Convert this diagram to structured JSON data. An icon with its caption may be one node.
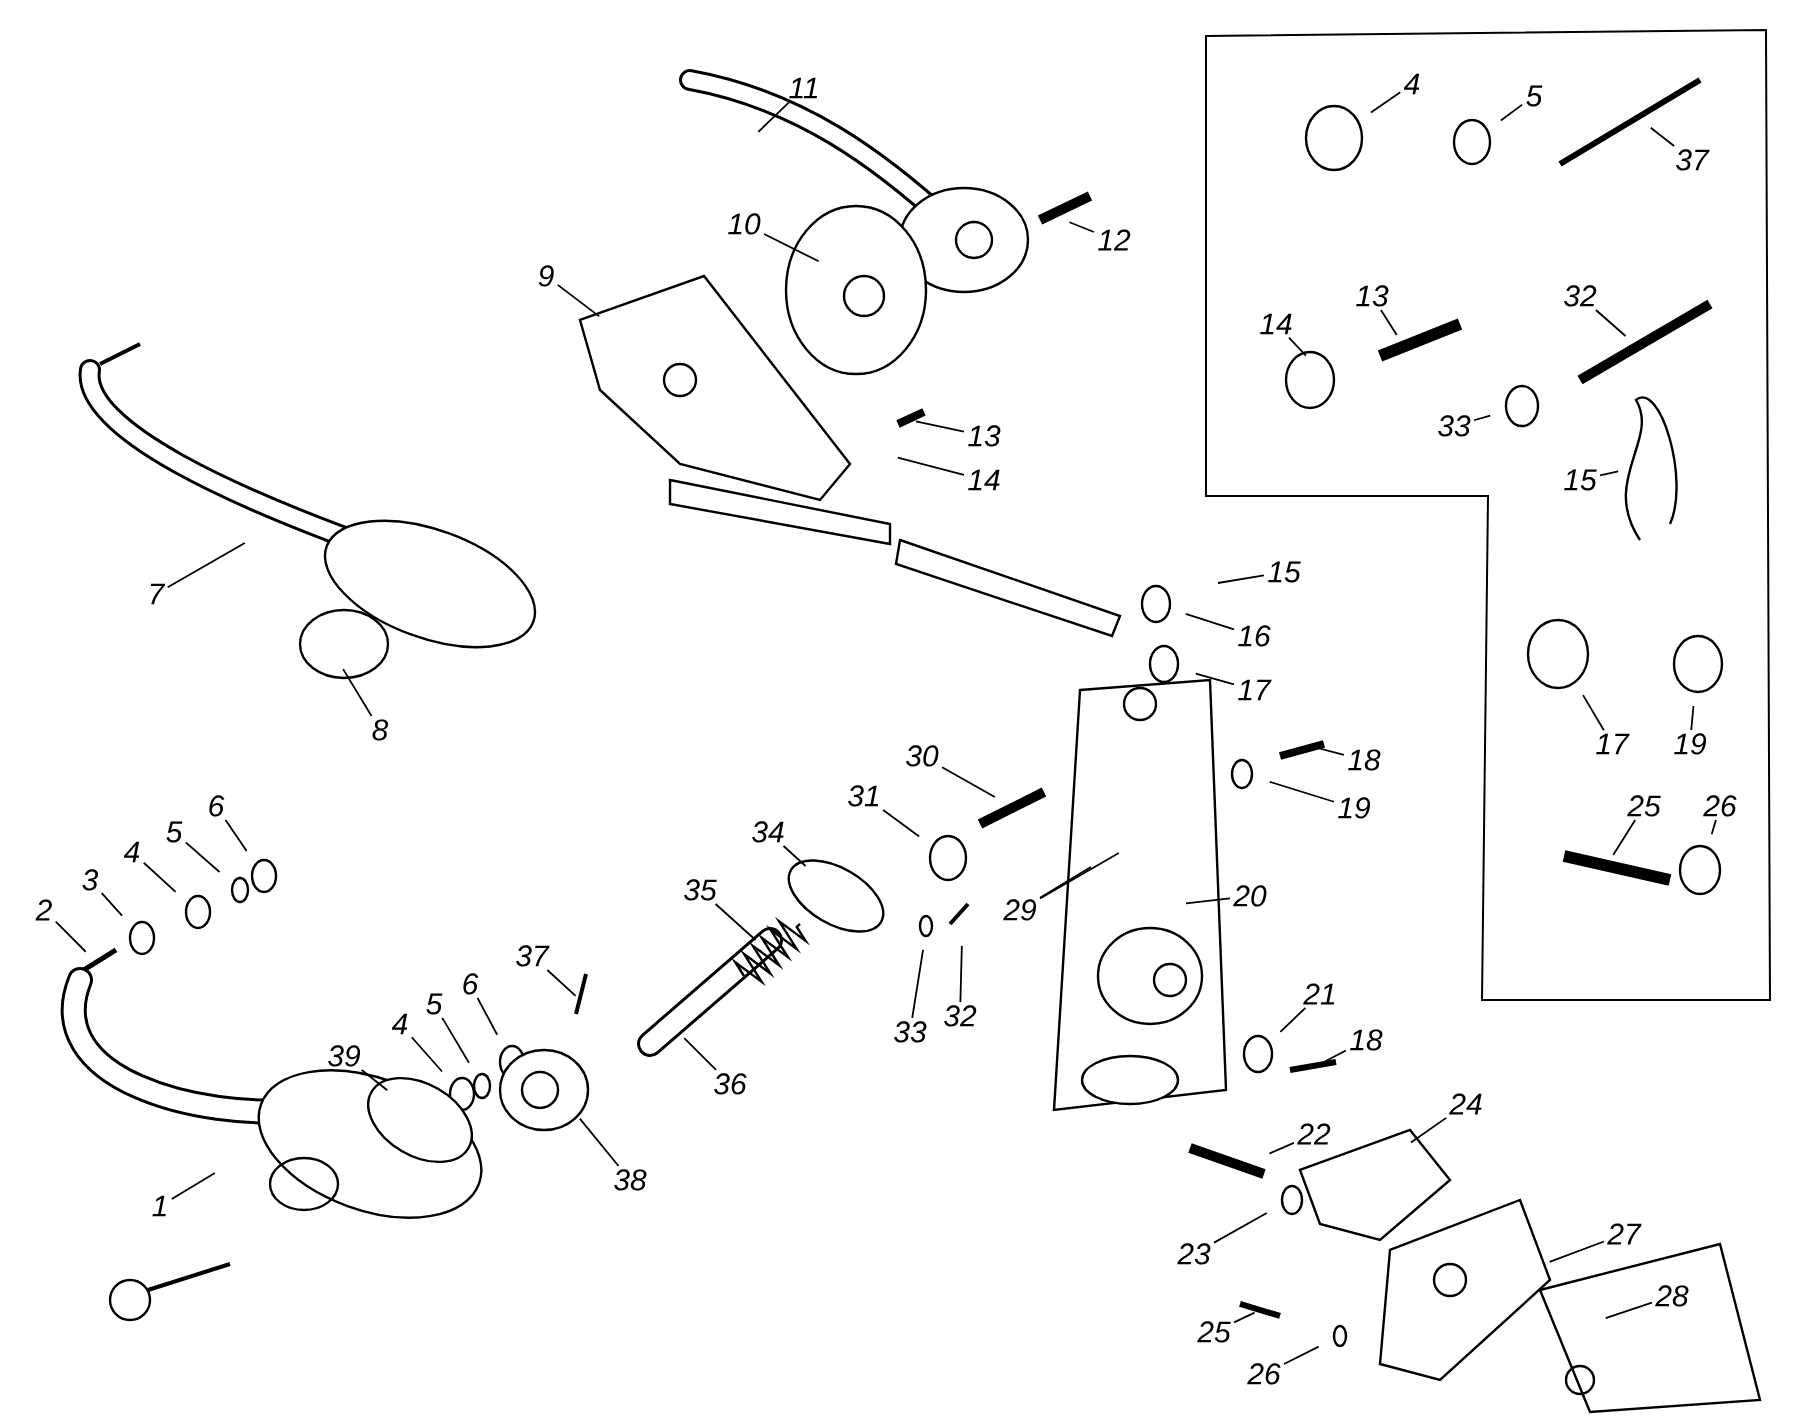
{
  "diagram": {
    "nodes": [
      {
        "text": [
          "11"
        ]
      },
      {
        "text": [
          "12"
        ]
      },
      {
        "text": [
          "10"
        ]
      },
      {
        "text": [
          "9"
        ]
      },
      {
        "text": [
          "13"
        ]
      },
      {
        "text": [
          "14"
        ]
      },
      {
        "text": [
          "7"
        ]
      },
      {
        "text": [
          "8"
        ]
      },
      {
        "text": [
          "15"
        ]
      },
      {
        "text": [
          "16"
        ]
      },
      {
        "text": [
          "17"
        ]
      },
      {
        "text": [
          "18"
        ]
      },
      {
        "text": [
          "19"
        ]
      },
      {
        "text": [
          "30"
        ]
      },
      {
        "text": [
          "31"
        ]
      },
      {
        "text": [
          "29"
        ]
      },
      {
        "text": [
          "20"
        ]
      },
      {
        "text": [
          "34"
        ]
      },
      {
        "text": [
          "35"
        ]
      },
      {
        "text": [
          "32"
        ]
      },
      {
        "text": [
          "33"
        ]
      },
      {
        "text": [
          "2"
        ]
      },
      {
        "text": [
          "3"
        ]
      },
      {
        "text": [
          "4"
        ]
      },
      {
        "text": [
          "5"
        ]
      },
      {
        "text": [
          "6"
        ]
      },
      {
        "text": [
          "37"
        ]
      },
      {
        "text": [
          "39"
        ]
      },
      {
        "text": [
          "4"
        ]
      },
      {
        "text": [
          "5"
        ]
      },
      {
        "text": [
          "6"
        ]
      },
      {
        "text": [
          "36"
        ]
      },
      {
        "text": [
          "38"
        ]
      },
      {
        "text": [
          "1"
        ]
      },
      {
        "text": [
          "21"
        ]
      },
      {
        "text": [
          "18"
        ]
      },
      {
        "text": [
          "22"
        ]
      },
      {
        "text": [
          "24"
        ]
      },
      {
        "text": [
          "23"
        ]
      },
      {
        "text": [
          "27"
        ]
      },
      {
        "text": [
          "25"
        ]
      },
      {
        "text": [
          "26"
        ]
      },
      {
        "text": [
          "28"
        ]
      },
      {
        "text": [
          "4"
        ]
      },
      {
        "text": [
          "5"
        ]
      },
      {
        "text": [
          "37"
        ]
      },
      {
        "text": [
          "13"
        ]
      },
      {
        "text": [
          "32"
        ]
      },
      {
        "text": [
          "14"
        ]
      },
      {
        "text": [
          "33"
        ]
      },
      {
        "text": [
          "15"
        ]
      },
      {
        "text": [
          "17"
        ]
      },
      {
        "text": [
          "19"
        ]
      },
      {
        "text": [
          "25"
        ]
      },
      {
        "text": [
          "26"
        ]
      }
    ],
    "edges": [
      {
        "from": 0,
        "to": null,
        "arrow": "none"
      },
      {
        "from": 1,
        "to": null,
        "arrow": "none"
      },
      {
        "from": 2,
        "to": null,
        "arrow": "none"
      },
      {
        "from": 3,
        "to": null,
        "arrow": "none"
      },
      {
        "from": 4,
        "to": null,
        "arrow": "none"
      },
      {
        "from": 5,
        "to": null,
        "arrow": "none"
      },
      {
        "from": 6,
        "to": null,
        "arrow": "none"
      },
      {
        "from": 7,
        "to": null,
        "arrow": "none"
      },
      {
        "from": 8,
        "to": null,
        "arrow": "none"
      },
      {
        "from": 9,
        "to": null,
        "arrow": "none"
      },
      {
        "from": 10,
        "to": null,
        "arrow": "none"
      },
      {
        "from": 11,
        "to": null,
        "arrow": "none"
      },
      {
        "from": 12,
        "to": null,
        "arrow": "none"
      },
      {
        "from": 13,
        "to": null,
        "arrow": "none"
      },
      {
        "from": 14,
        "to": null,
        "arrow": "none"
      },
      {
        "from": 15,
        "to": null,
        "arrow": "none"
      },
      {
        "from": 15,
        "to": null,
        "arrow": "none"
      },
      {
        "from": 16,
        "to": null,
        "arrow": "none"
      },
      {
        "from": 17,
        "to": null,
        "arrow": "none"
      },
      {
        "from": 18,
        "to": null,
        "arrow": "none"
      },
      {
        "from": 19,
        "to": null,
        "arrow": "none"
      },
      {
        "from": 20,
        "to": null,
        "arrow": "none"
      },
      {
        "from": 21,
        "to": null,
        "arrow": "none"
      },
      {
        "from": 22,
        "to": null,
        "arrow": "none"
      },
      {
        "from": 23,
        "to": null,
        "arrow": "none"
      },
      {
        "from": 24,
        "to": null,
        "arrow": "none"
      },
      {
        "from": 25,
        "to": null,
        "arrow": "none"
      },
      {
        "from": 26,
        "to": null,
        "arrow": "none"
      },
      {
        "from": 27,
        "to": null,
        "arrow": "none"
      },
      {
        "from": 28,
        "to": null,
        "arrow": "none"
      },
      {
        "from": 29,
        "to": null,
        "arrow": "none"
      },
      {
        "from": 30,
        "to": null,
        "arrow": "none"
      },
      {
        "from": 31,
        "to": null,
        "arrow": "none"
      },
      {
        "from": 32,
        "to": null,
        "arrow": "none"
      },
      {
        "from": 33,
        "to": null,
        "arrow": "none"
      },
      {
        "from": 34,
        "to": null,
        "arrow": "none"
      },
      {
        "from": 35,
        "to": null,
        "arrow": "none"
      },
      {
        "from": 36,
        "to": null,
        "arrow": "none"
      },
      {
        "from": 37,
        "to": null,
        "arrow": "none"
      },
      {
        "from": 38,
        "to": null,
        "arrow": "none"
      },
      {
        "from": 39,
        "to": null,
        "arrow": "none"
      },
      {
        "from": 40,
        "to": null,
        "arrow": "none"
      },
      {
        "from": 41,
        "to": null,
        "arrow": "none"
      },
      {
        "from": 42,
        "to": null,
        "arrow": "none"
      },
      {
        "from": 43,
        "to": null,
        "arrow": "none"
      },
      {
        "from": 44,
        "to": null,
        "arrow": "none"
      },
      {
        "from": 45,
        "to": null,
        "arrow": "none"
      },
      {
        "from": 46,
        "to": null,
        "arrow": "none"
      },
      {
        "from": 47,
        "to": null,
        "arrow": "none"
      },
      {
        "from": 48,
        "to": null,
        "arrow": "none"
      },
      {
        "from": 49,
        "to": null,
        "arrow": "none"
      },
      {
        "from": 50,
        "to": null,
        "arrow": "none"
      },
      {
        "from": 51,
        "to": null,
        "arrow": "none"
      },
      {
        "from": 52,
        "to": null,
        "arrow": "none"
      },
      {
        "from": 53,
        "to": null,
        "arrow": "none"
      },
      {
        "from": 54,
        "to": null,
        "arrow": "none"
      }
    ]
  }
}
